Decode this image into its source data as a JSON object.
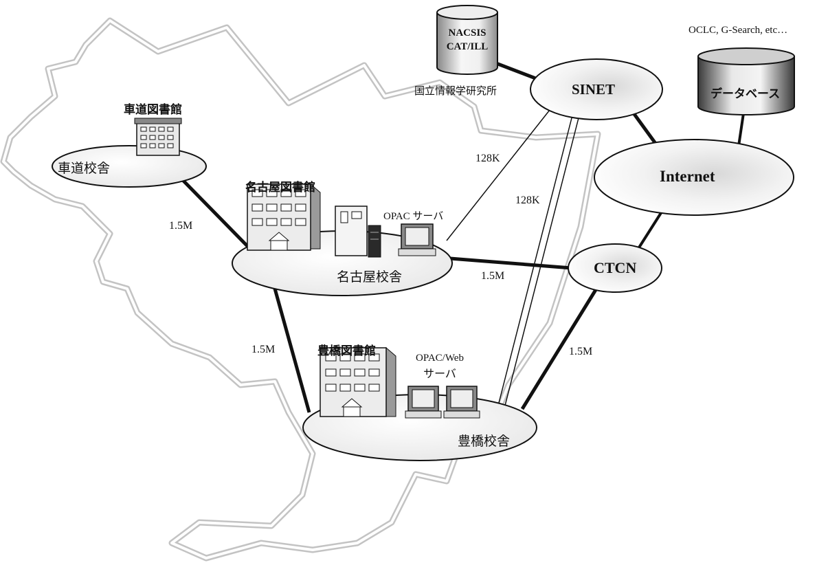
{
  "nodes": {
    "nacsis": {
      "line1": "NACSIS",
      "line2": "CAT/ILL"
    },
    "nii": "国立情報学研究所",
    "sinet": "SINET",
    "internet": "Internet",
    "ctcn": "CTCN",
    "database": "データベース",
    "oclc": "OCLC, G-Search, etc…"
  },
  "campuses": {
    "kurumamichi": {
      "library": "車道図書館",
      "campus": "車道校舎"
    },
    "nagoya": {
      "library": "名古屋図書館",
      "campus": "名古屋校舎",
      "server": "OPAC サーバ"
    },
    "toyohashi": {
      "library": "豊橋図書館",
      "campus": "豊橋校舎",
      "server_line1": "OPAC/Web",
      "server_line2": "サーバ"
    }
  },
  "links": {
    "kurumamichi_nagoya": "1.5M",
    "nagoya_ctcn": "1.5M",
    "nagoya_toyohashi": "1.5M",
    "toyohashi_ctcn": "1.5M",
    "nagoya_sinet": "128K",
    "toyohashi_sinet": "128K"
  }
}
